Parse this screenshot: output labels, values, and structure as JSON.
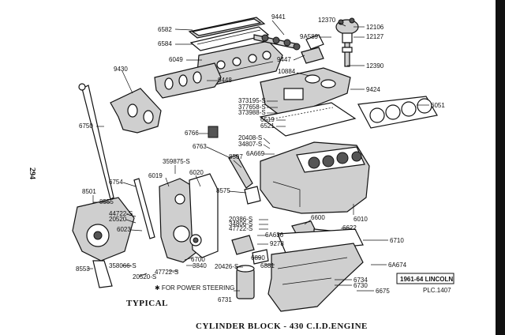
{
  "page": {
    "number": "294",
    "caption_typical": "TYPICAL",
    "caption_main": "CYLINDER BLOCK - 430 C.I.D.ENGINE",
    "model_box": "1961-64 LINCOLN",
    "plc_ref": "PLC.1407",
    "footnote": "✱ FOR POWER STEERING"
  },
  "callouts": {
    "c6582": "6582",
    "c9441": "9441",
    "c12370": "12370",
    "c12106": "12106",
    "c9a589": "9A589",
    "c12127": "12127",
    "c6584": "6584",
    "c6049": "6049",
    "c9447": "9447",
    "c12390": "12390",
    "c9430": "9430",
    "c9448": "9448",
    "c10884": "10884",
    "c9424": "9424",
    "c373195": "373195-S",
    "c377658": "377658-S",
    "c373988": "373988-S",
    "c6519": "6519",
    "c6051": "6051",
    "c6750": "6750",
    "c6521": "6521",
    "c6766": "6766",
    "c20408": "20408-S",
    "c34807": "34807-S",
    "c6763": "6763",
    "c6a669": "6A669",
    "c8507": "8507",
    "c359875": "359875-S",
    "c6019": "6019",
    "c6020": "6020",
    "c6754": "6754",
    "c8575": "8575",
    "c8501": "8501",
    "c8555": "8555",
    "c44722": "44722-S",
    "c20520": "20520",
    "c6023": "6023",
    "c20386": "20386-S",
    "c34806": "34806-S",
    "c47722a": "47722-S",
    "c6a636": "6A636",
    "c6600": "6600",
    "c6622": "6622",
    "c6010": "6010",
    "c6710": "6710",
    "c9278": "9278",
    "c6890": "6890",
    "c6881": "6881",
    "c6700": "6700",
    "c3840": "3840",
    "c47722b": "47722-S",
    "c8553": "8553",
    "c358066": "358066-S",
    "c20520s": "20520-S",
    "c20426": "20426-S",
    "c6731": "6731",
    "c6734": "6734",
    "c6730": "6730",
    "c6a674": "6A674",
    "c6675": "6675"
  },
  "icons": [
    "valve-cover-part",
    "rocker-shaft-part",
    "distributor-part",
    "intake-manifold-part",
    "exhaust-manifold-part",
    "head-gasket-part",
    "cylinder-block-part",
    "timing-cover-part",
    "water-pump-part",
    "oil-pan-part",
    "oil-filter-part",
    "dipstick-part",
    "oil-pump-part"
  ]
}
